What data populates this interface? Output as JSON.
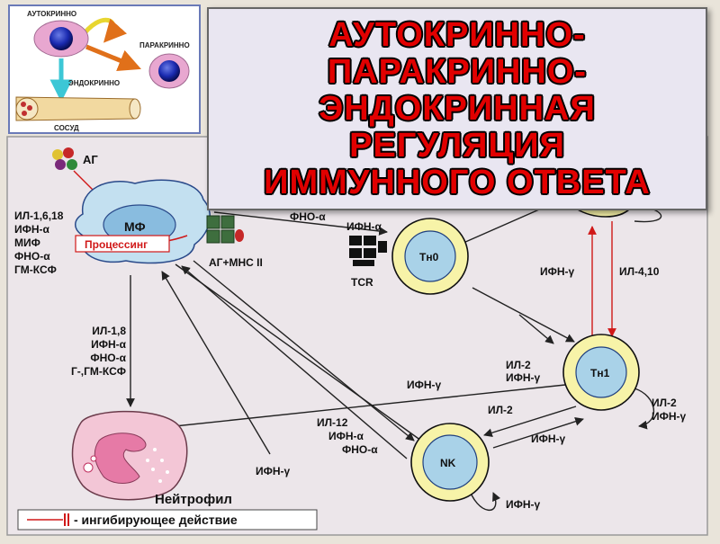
{
  "title": {
    "lines": [
      "АУТОКРИННО-",
      "ПАРАКРИННО-",
      "ЭНДОКРИННАЯ",
      "РЕГУЛЯЦИЯ",
      "ИММУННОГО ОТВЕТА"
    ]
  },
  "inset": {
    "autocrine": "АУТОКРИННО",
    "paracrine": "ПАРАКРИННО",
    "endocrine": "ЭНДОКРИННО",
    "vessel": "СОСУД"
  },
  "nodes": {
    "macrophage": "МФ",
    "processing": "Процессинг",
    "antigen": "АГ",
    "ag_mhc": "АГ+MHC II",
    "tcr": "TCR",
    "th0": "Тн0",
    "th1": "Тн1",
    "nk": "NK",
    "neutrophil": "Нейтрофил"
  },
  "labels": {
    "mf_cytokines": [
      "ИЛ-1,6,18",
      "ИФН-α",
      "МИФ",
      "ФНО-α",
      "ГМ-КСФ"
    ],
    "mf_to_neutro": [
      "ИЛ-1,8",
      "ИФН-α",
      "ФНО-α",
      "Г-,ГМ-КСФ"
    ],
    "mf_to_th0_1": "ФНО-α",
    "mf_to_th0_2": "ИФН-α",
    "ifn_gamma_top": "ИФН-γ",
    "il_4_10": "ИЛ-4,10",
    "th0_th1": [
      "ИЛ-2",
      "ИФН-γ"
    ],
    "th1_to_neutro": "ИФН-γ",
    "th1_nk_il2": "ИЛ-2",
    "nk_th1_ifn": "ИФН-γ",
    "th1_self": [
      "ИЛ-2",
      "ИФН-γ"
    ],
    "mf_to_nk": [
      "ИЛ-12",
      "ИФН-α",
      "ФНО-α"
    ],
    "nk_to_mf": "ИФН-γ",
    "nk_self": "ИФН-γ"
  },
  "legend": {
    "text": "- ингибирующее действие"
  },
  "colors": {
    "title_fill": "#e10000",
    "panel_bg": "#ece6ea",
    "cell_ring": "#f7f3a8",
    "cell_core": "#a9d2e8",
    "inhibit_red": "#d01818"
  }
}
